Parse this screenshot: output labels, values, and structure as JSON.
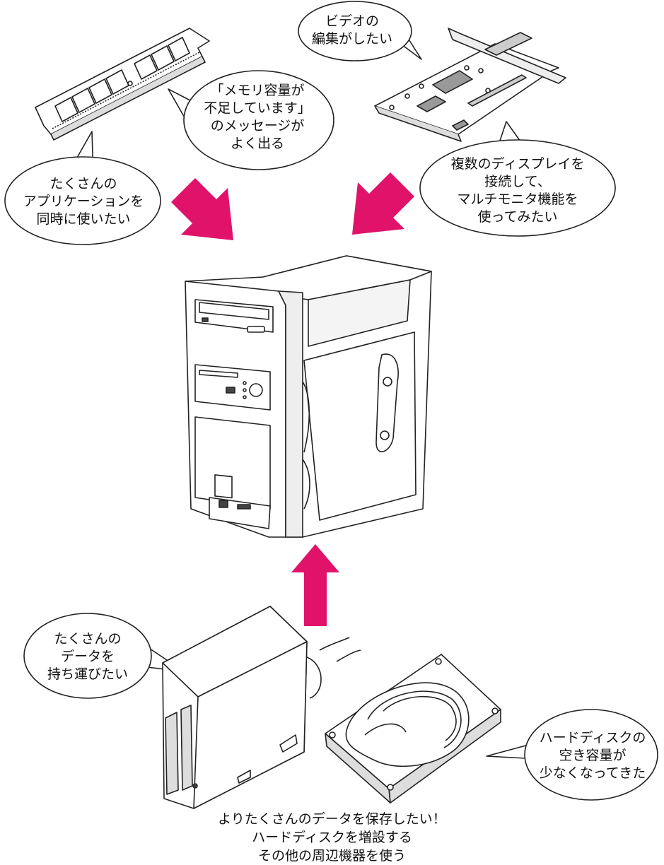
{
  "bubbles": {
    "memory_warning": {
      "line1": "「メモリ容量が",
      "line2": "不足しています」",
      "line3": "のメッセージが",
      "line4": "よく出る"
    },
    "many_apps": {
      "line1": "たくさんの",
      "line2": "アプリケーションを",
      "line3": "同時に使いたい"
    },
    "video_edit": {
      "line1": "ビデオの",
      "line2": "編集がしたい"
    },
    "multi_display": {
      "line1": "複数のディスプレイを",
      "line2": "接続して、",
      "line3": "マルチモニタ機能を",
      "line4": "使ってみたい"
    },
    "carry_data": {
      "line1": "たくさんの",
      "line2": "データを",
      "line3": "持ち運びたい"
    },
    "hdd_space": {
      "line1": "ハードディスクの",
      "line2": "空き容量が",
      "line3": "少なくなってきた"
    }
  },
  "caption": {
    "line1": "よりたくさんのデータを保存したい！",
    "line2": "ハードディスクを増設する",
    "line3": "その他の周辺機器を使う"
  },
  "colors": {
    "arrow": "#e0126a",
    "line": "#222222",
    "fill": "#ffffff",
    "shade": "#d8d8d8"
  }
}
